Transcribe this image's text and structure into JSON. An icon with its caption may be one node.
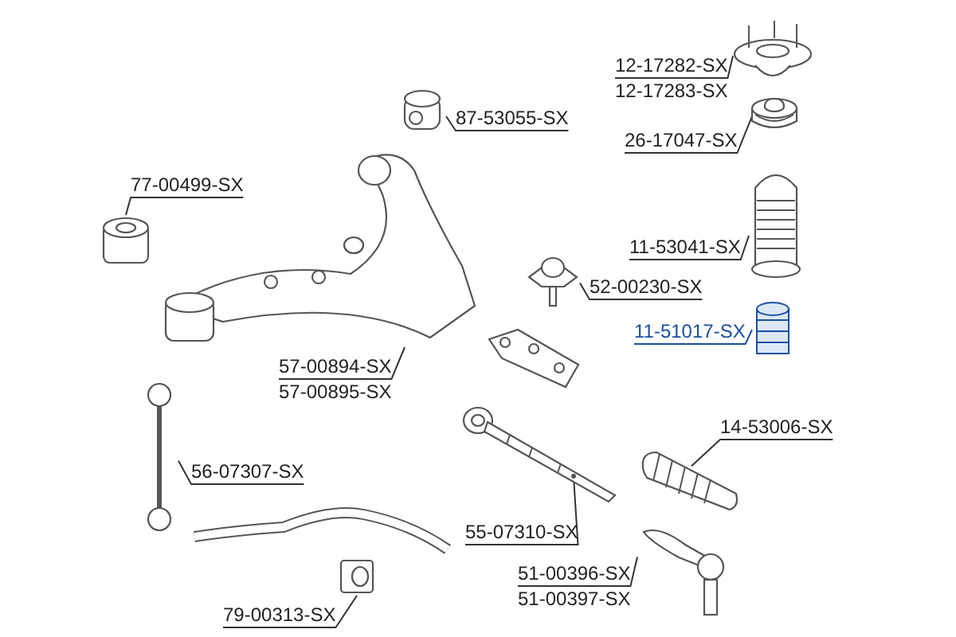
{
  "diagram": {
    "nodes": [
      {
        "text": [
          "12-17282-SX",
          "12-17283-SX"
        ]
      },
      {
        "text": [],
        "shape": "picture"
      },
      {
        "text": [
          "87-53055-SX"
        ]
      },
      {
        "text": [],
        "shape": "picture"
      },
      {
        "text": [
          "26-17047-SX"
        ]
      },
      {
        "text": [],
        "shape": "picture"
      },
      {
        "text": [
          "77-00499-SX"
        ]
      },
      {
        "text": [],
        "shape": "picture"
      },
      {
        "text": [
          "11-53041-SX"
        ]
      },
      {
        "text": [],
        "shape": "picture"
      },
      {
        "text": [
          "52-00230-SX"
        ]
      },
      {
        "text": [],
        "shape": "picture"
      },
      {
        "text": [
          "57-00894-SX",
          "57-00895-SX"
        ]
      },
      {
        "text": [],
        "shape": "picture"
      },
      {
        "text": [
          "11-51017-SX"
        ]
      },
      {
        "text": [],
        "shape": "picture"
      },
      {
        "text": [
          "56-07307-SX"
        ]
      },
      {
        "text": [],
        "shape": "picture"
      },
      {
        "text": [
          "14-53006-SX"
        ]
      },
      {
        "text": [],
        "shape": "picture"
      },
      {
        "text": [
          "55-07310-SX"
        ]
      },
      {
        "text": [],
        "shape": "picture"
      },
      {
        "text": [
          "51-00396-SX",
          "51-00397-SX"
        ]
      },
      {
        "text": [],
        "shape": "picture"
      },
      {
        "text": [
          "79-00313-SX"
        ]
      },
      {
        "text": [],
        "shape": "picture"
      }
    ],
    "edges": [
      {
        "from": 0,
        "to": 1,
        "arrow": "none"
      },
      {
        "from": 2,
        "to": 3,
        "arrow": "none"
      },
      {
        "from": 4,
        "to": 5,
        "arrow": "none"
      },
      {
        "from": 6,
        "to": 7,
        "arrow": "none"
      },
      {
        "from": 8,
        "to": 9,
        "arrow": "none"
      },
      {
        "from": 10,
        "to": 11,
        "arrow": "none"
      },
      {
        "from": 12,
        "to": 13,
        "arrow": "none"
      },
      {
        "from": 14,
        "to": 15,
        "arrow": "none",
        "color": "#1c4fa0"
      },
      {
        "from": 16,
        "to": 17,
        "arrow": "none"
      },
      {
        "from": 18,
        "to": 19,
        "arrow": "none"
      },
      {
        "from": 20,
        "to": 21,
        "arrow": "none"
      },
      {
        "from": 22,
        "to": 23,
        "arrow": "none"
      },
      {
        "from": 24,
        "to": 25,
        "arrow": "none"
      }
    ]
  }
}
